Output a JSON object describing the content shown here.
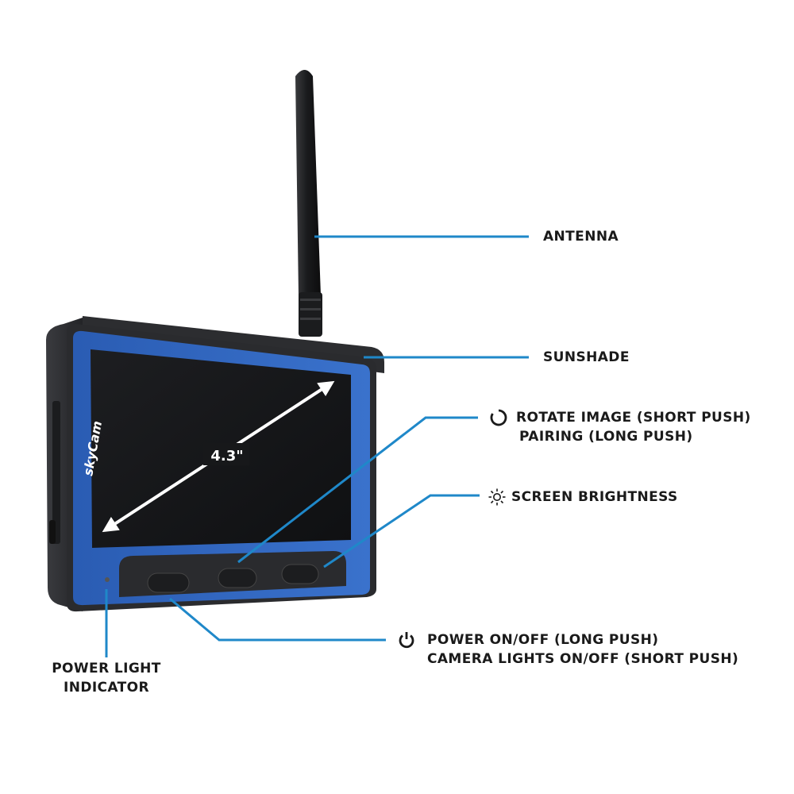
{
  "device": {
    "brand": "skyCam",
    "screen_size": "4.3\""
  },
  "labels": {
    "antenna": "ANTENNA",
    "sunshade": "SUNSHADE",
    "rotate_line1": "ROTATE IMAGE (SHORT PUSH)",
    "rotate_line2": "PAIRING (LONG PUSH)",
    "brightness": "SCREEN BRIGHTNESS",
    "power_line1": "POWER ON/OFF (LONG PUSH)",
    "power_line2": "CAMERA LIGHTS ON/OFF (SHORT PUSH)",
    "light_line1": "POWER LIGHT",
    "light_line2": "INDICATOR"
  },
  "icons": {
    "rotate": "rotate-icon",
    "brightness": "sun-icon",
    "power": "power-icon"
  },
  "colors": {
    "leader": "#1f88c9",
    "frame_blue": "#2b61b8",
    "housing": "#2a2b2e",
    "screen": "#151618",
    "text": "#1a1a1a"
  }
}
